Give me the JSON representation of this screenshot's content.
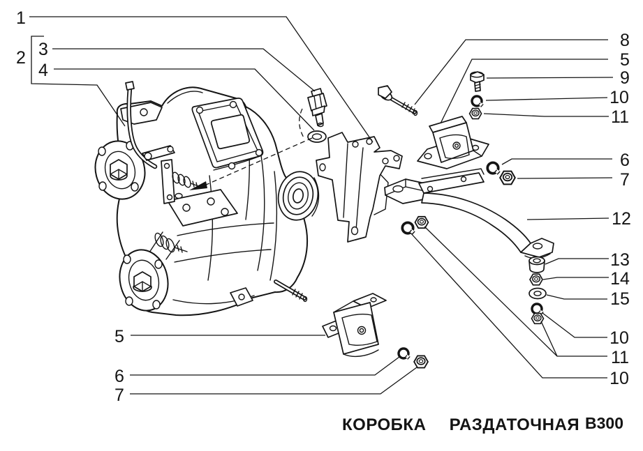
{
  "figure": {
    "kind": "exploded-parts-diagram",
    "caption": {
      "title": "КОРОБКА РАЗДАТОЧНАЯ",
      "code": "В300"
    },
    "colors": {
      "ink": "#141414",
      "paper": "#ffffff"
    }
  },
  "callouts": [
    {
      "number": "1"
    },
    {
      "number": "2"
    },
    {
      "number": "3"
    },
    {
      "number": "4"
    },
    {
      "number": "8"
    },
    {
      "number": "5"
    },
    {
      "number": "9"
    },
    {
      "number": "10"
    },
    {
      "number": "11"
    },
    {
      "number": "6"
    },
    {
      "number": "7"
    },
    {
      "number": "12"
    },
    {
      "number": "13"
    },
    {
      "number": "14"
    },
    {
      "number": "15"
    },
    {
      "number": "10"
    },
    {
      "number": "11"
    },
    {
      "number": "10"
    },
    {
      "number": "5"
    },
    {
      "number": "6"
    },
    {
      "number": "7"
    }
  ]
}
